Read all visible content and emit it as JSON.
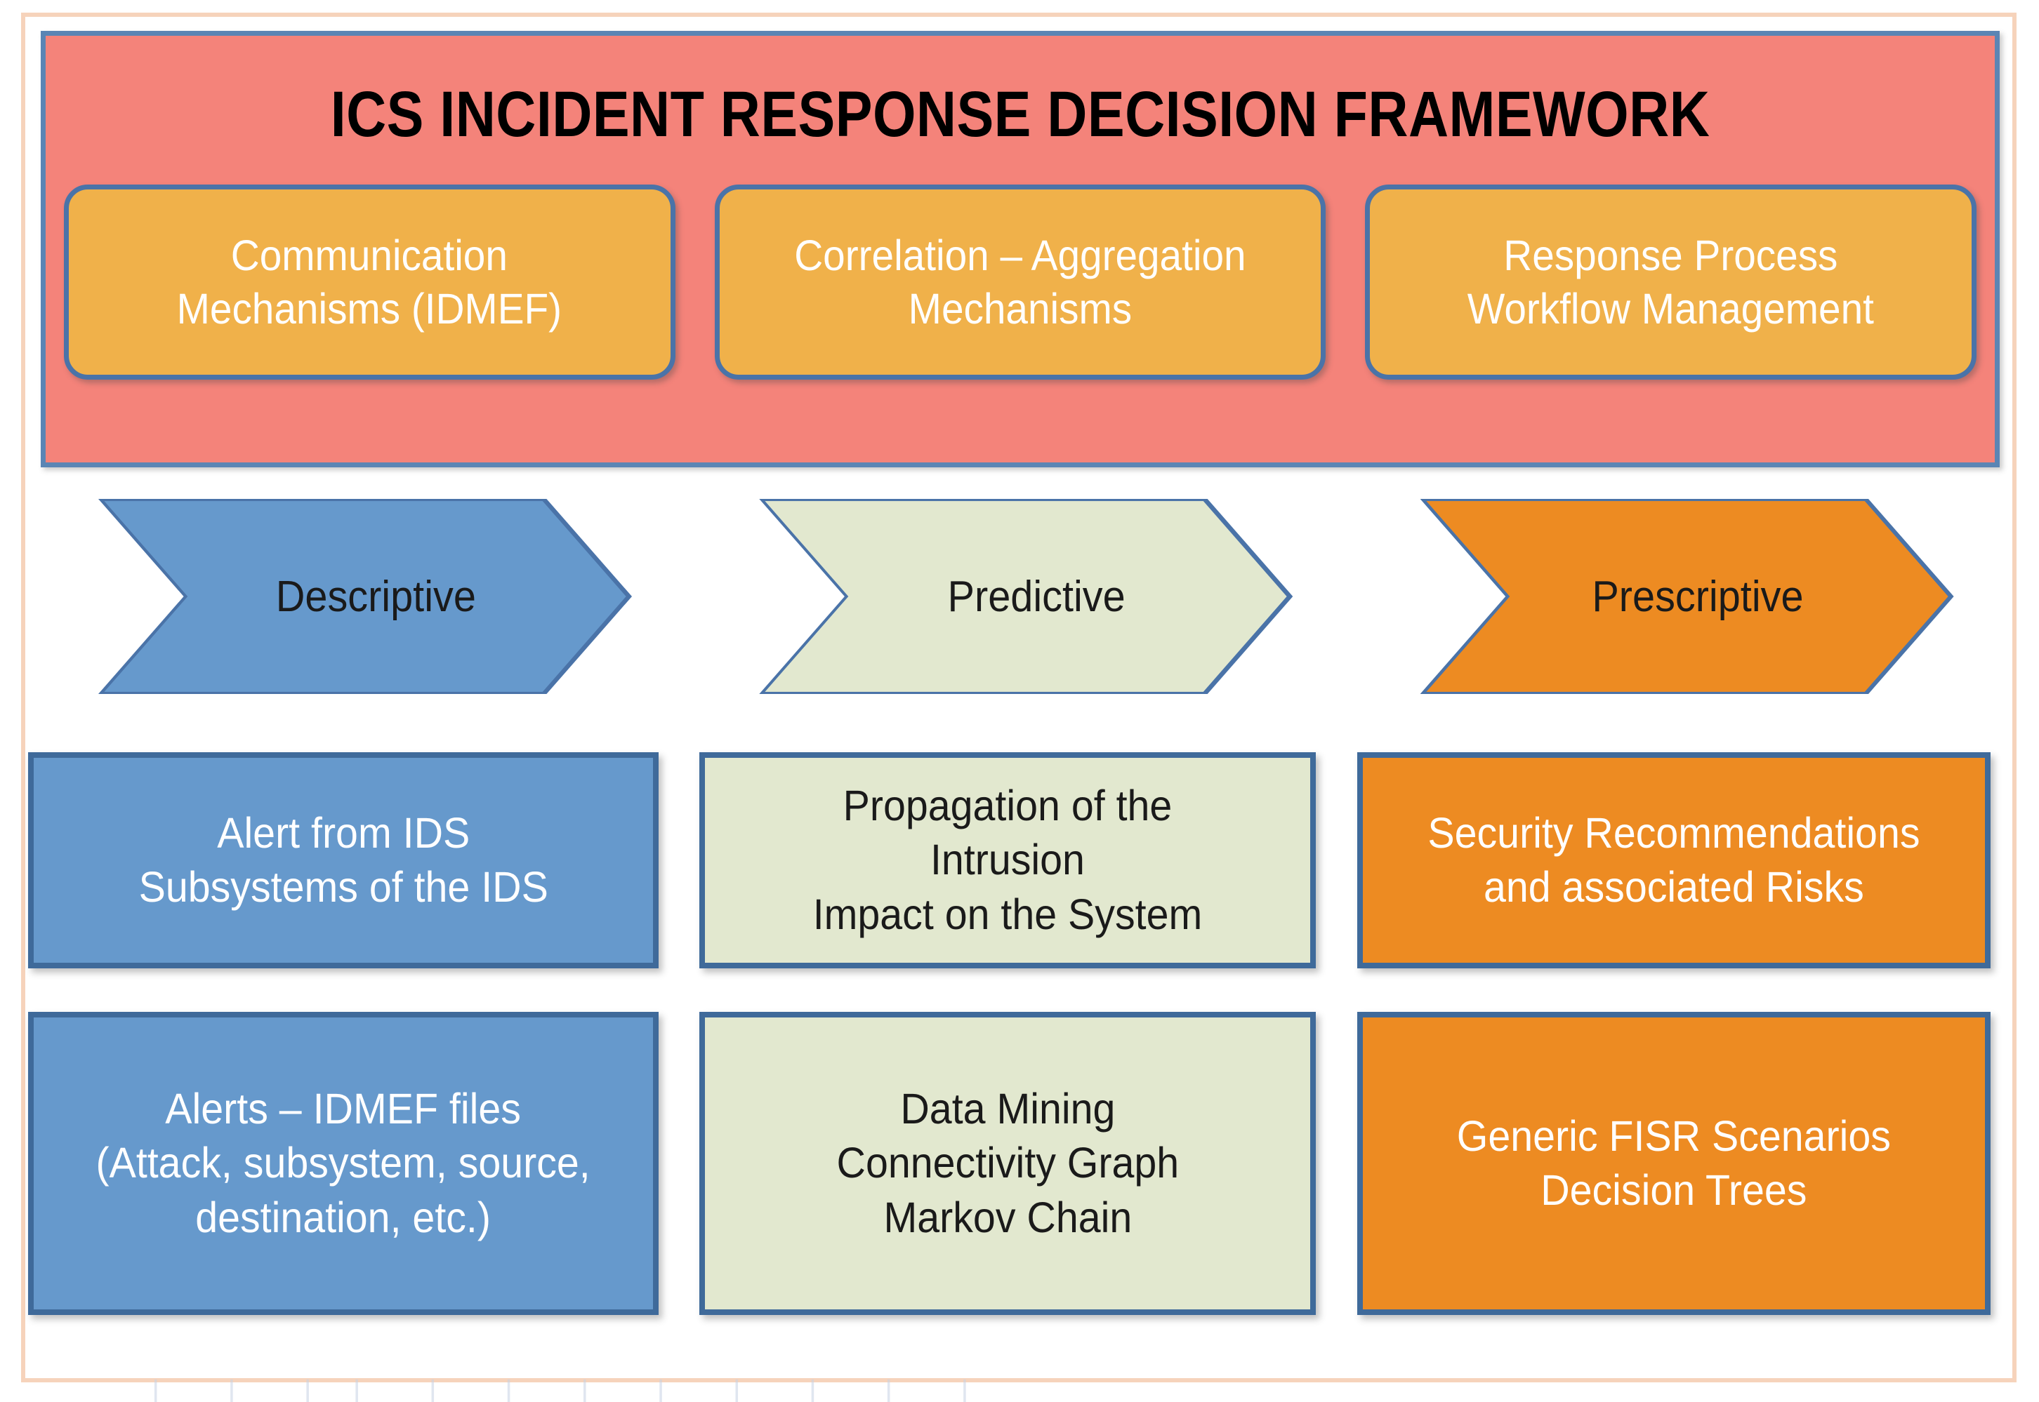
{
  "framework": {
    "title": "ICS INCIDENT RESPONSE DECISION FRAMEWORK",
    "pillars": [
      {
        "label": "Communication\nMechanisms (IDMEF)"
      },
      {
        "label": "Correlation – Aggregation\nMechanisms"
      },
      {
        "label": "Response Process\nWorkflow Management"
      }
    ]
  },
  "columns": [
    {
      "stage": "Descriptive",
      "stage_fill": "#6699cc",
      "stage_text_color": "#1a1a1a",
      "outputs": "Alert from IDS\nSubsystems of the IDS",
      "outputs_text_color": "#ffffff",
      "methods": "Alerts – IDMEF files\n(Attack, subsystem, source,\ndestination, etc.)",
      "methods_text_color": "#ffffff"
    },
    {
      "stage": "Predictive",
      "stage_fill": "#e2e8cf",
      "stage_text_color": "#1a1a1a",
      "outputs": "Propagation of the\nIntrusion\nImpact on the System",
      "outputs_text_color": "#1a1a1a",
      "methods": "Data Mining\nConnectivity Graph\nMarkov Chain",
      "methods_text_color": "#1a1a1a"
    },
    {
      "stage": "Prescriptive",
      "stage_fill": "#ed8b22",
      "stage_text_color": "#1a1a1a",
      "outputs": "Security Recommendations\nand associated Risks",
      "outputs_text_color": "#ffffff",
      "methods": "Generic FISR Scenarios\nDecision Trees",
      "methods_text_color": "#ffffff"
    }
  ],
  "palette": {
    "header_panel": "#f4837a",
    "pillar_fill": "#f0b14a",
    "border_blue": "#4a73a8",
    "outer_frame": "#f6d3bb",
    "blue_fill": "#6699cc",
    "green_fill": "#e2e8cf",
    "orange_fill": "#ed8b22"
  },
  "bottom_bleed": "⎸ ⎸ ⎸⎸    ⎸ ⎸     ⎸ ⎸    ⎸ ⎸ ⎸ ⎸"
}
